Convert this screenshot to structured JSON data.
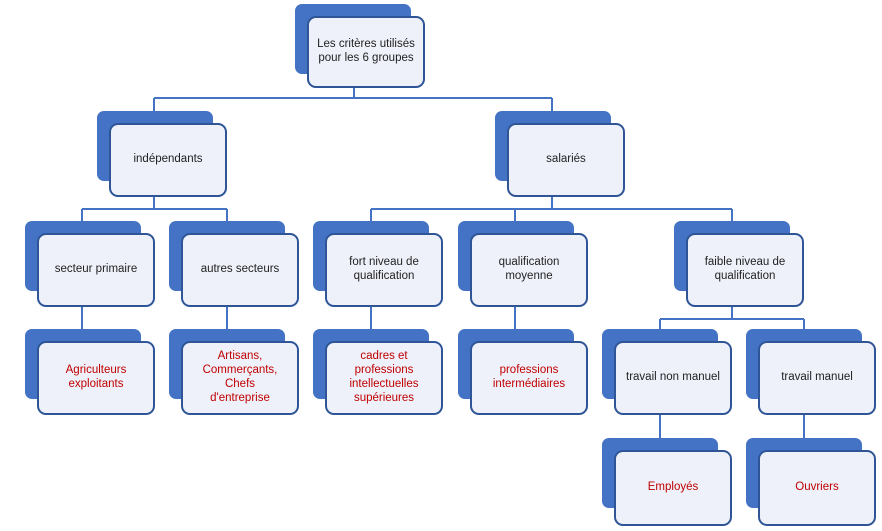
{
  "colors": {
    "line": "#4472c4",
    "shadow": "#4472c4",
    "box_fill": "#eef1f9",
    "box_border": "#2f5597",
    "text": "#222222",
    "leaf_text": "#c00000"
  },
  "nodes": {
    "root": "Les critères utilisés\npour les 6 groupes",
    "independants": "indépendants",
    "salaries": "salariés",
    "secteur_primaire": "secteur primaire",
    "autres_secteurs": "autres secteurs",
    "fort_niveau": "fort niveau de\nqualification",
    "qualification_moyenne": "qualification\nmoyenne",
    "faible_niveau": "faible niveau de\nqualification",
    "agriculteurs": "Agriculteurs\nexploitants",
    "artisans": "Artisans,\nCommerçants, Chefs\nd'entreprise",
    "cadres": "cadres et\nprofessions\nintellectuelles\nsupérieures",
    "professions_intermediaires": "professions\nintermédiaires",
    "travail_non_manuel": "travail non manuel",
    "travail_manuel": "travail manuel",
    "employes": "Employés",
    "ouvriers": "Ouvriers"
  }
}
